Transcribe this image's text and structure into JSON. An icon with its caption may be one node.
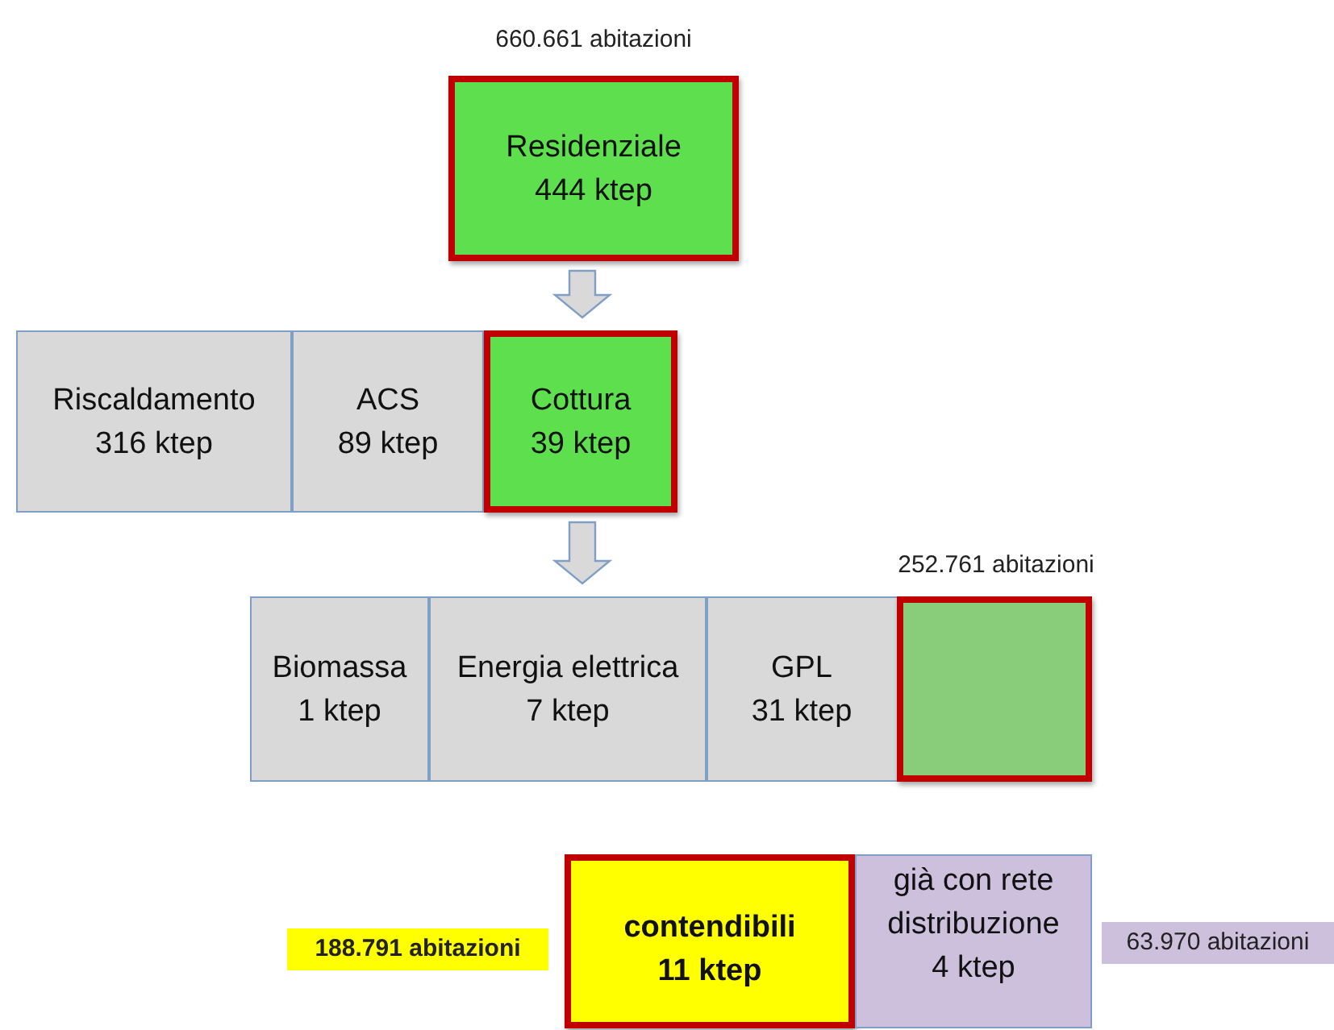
{
  "diagram": {
    "nodes": [
      {
        "text": [
          "Residenziale",
          "444 ktep"
        ],
        "beside": [
          "660.661 abitazioni"
        ]
      },
      {
        "text": [
          "Riscaldamento",
          "316 ktep"
        ]
      },
      {
        "text": [
          "ACS",
          "89 ktep"
        ]
      },
      {
        "text": [
          "Cottura",
          "39 ktep"
        ]
      },
      {
        "text": [
          "Biomassa",
          "1 ktep"
        ]
      },
      {
        "text": [
          "Energia elettrica",
          "7 ktep"
        ]
      },
      {
        "text": [
          "GPL",
          "31 ktep"
        ]
      },
      {
        "text": [],
        "shape": "box",
        "in": 6,
        "beside": [
          "252.761 abitazioni"
        ]
      },
      {
        "text": [
          "contendibili",
          "11 ktep"
        ],
        "beside": [
          "188.791 abitazioni"
        ]
      },
      {
        "text": [
          "già con rete distribuzione",
          "4 ktep"
        ],
        "beside": [
          "63.970 abitazioni"
        ]
      }
    ],
    "edges": [
      {
        "from": 0,
        "to": 3,
        "arrow": "to"
      },
      {
        "from": 3,
        "to": 5,
        "arrow": "to"
      }
    ]
  }
}
